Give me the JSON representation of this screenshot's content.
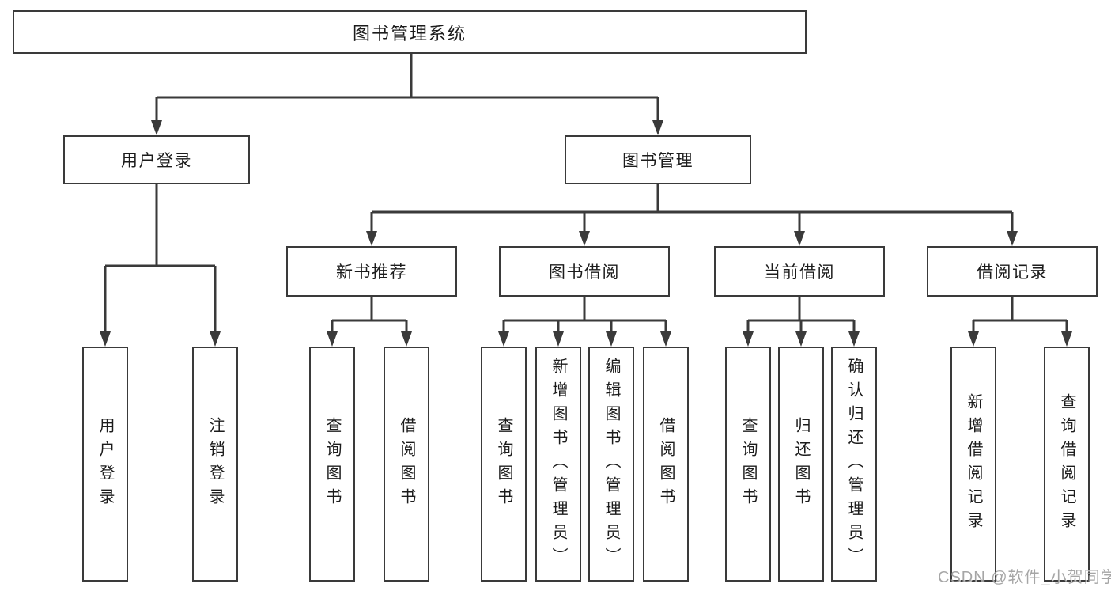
{
  "diagram": {
    "root": {
      "label": "图书管理系统"
    },
    "branches": [
      {
        "label": "用户登录",
        "children": [
          {
            "label": "用户登录"
          },
          {
            "label": "注销登录"
          }
        ]
      },
      {
        "label": "图书管理",
        "groups": [
          {
            "label": "新书推荐",
            "children": [
              {
                "label": "查询图书"
              },
              {
                "label": "借阅图书"
              }
            ]
          },
          {
            "label": "图书借阅",
            "children": [
              {
                "label": "查询图书"
              },
              {
                "label": "新增图书（管理员）"
              },
              {
                "label": "编辑图书（管理员）"
              },
              {
                "label": "借阅图书"
              }
            ]
          },
          {
            "label": "当前借阅",
            "children": [
              {
                "label": "查询图书"
              },
              {
                "label": "归还图书"
              },
              {
                "label": "确认归还（管理员）"
              }
            ]
          },
          {
            "label": "借阅记录",
            "children": [
              {
                "label": "新增借阅记录"
              },
              {
                "label": "查询借阅记录"
              }
            ]
          }
        ]
      }
    ]
  },
  "watermark": {
    "text": "CSDN @软件_小贺同学"
  },
  "colors": {
    "line": "#3a3a3a",
    "text": "#1c1c1c",
    "background": "#ffffff",
    "watermark": "#969696"
  }
}
